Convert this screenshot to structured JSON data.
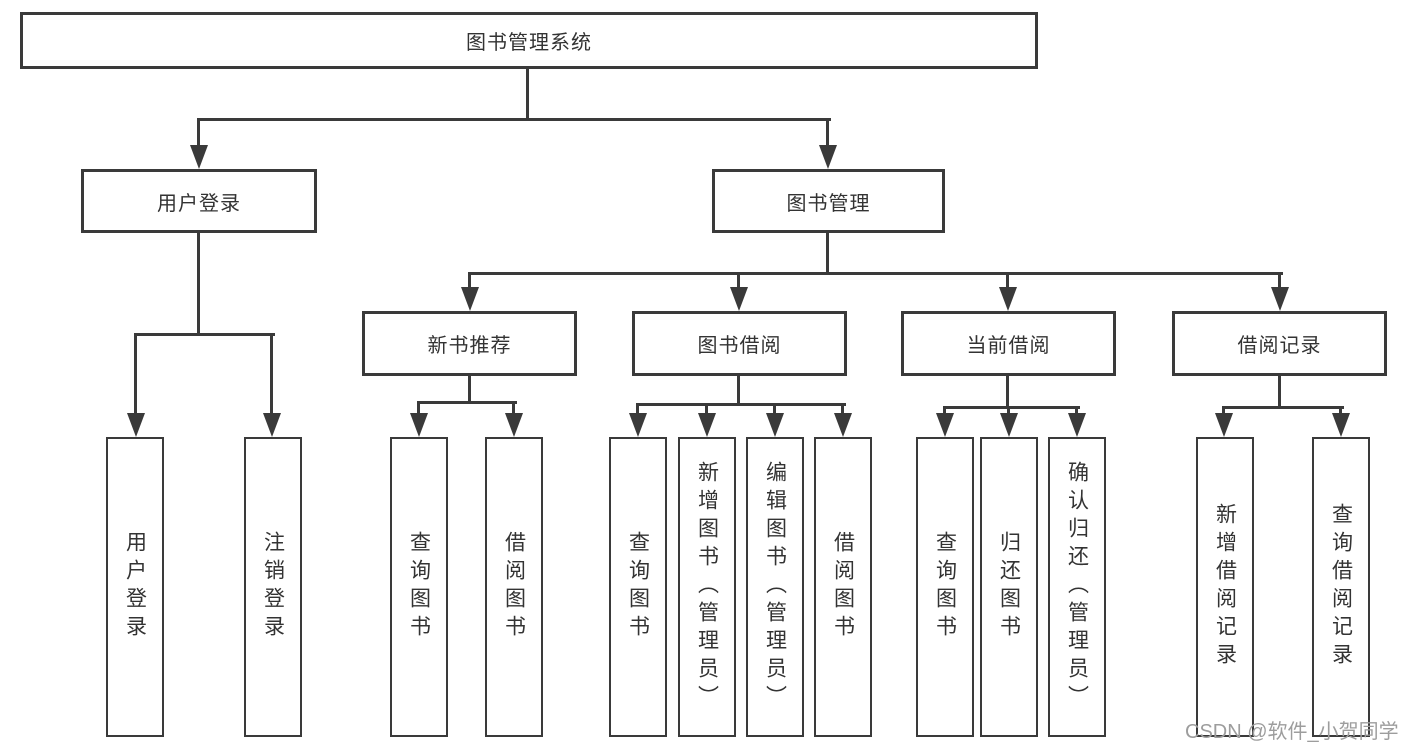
{
  "diagram": {
    "root": {
      "label": "图书管理系统"
    },
    "level2": {
      "user_login": {
        "label": "用户登录"
      },
      "book_mgmt": {
        "label": "图书管理"
      }
    },
    "level3": {
      "new_book": {
        "label": "新书推荐"
      },
      "book_borrow": {
        "label": "图书借阅"
      },
      "current_borrow": {
        "label": "当前借阅"
      },
      "borrow_records": {
        "label": "借阅记录"
      }
    },
    "leaves": {
      "user_login": {
        "label": "用户登录"
      },
      "logout": {
        "label": "注销登录"
      },
      "query_book_a": {
        "label": "查询图书"
      },
      "borrow_book_a": {
        "label": "借阅图书"
      },
      "query_book_b": {
        "label": "查询图书"
      },
      "add_book": {
        "label": "新增图书（管理员）"
      },
      "edit_book": {
        "label": "编辑图书（管理员）"
      },
      "borrow_book_b": {
        "label": "借阅图书"
      },
      "query_book_c": {
        "label": "查询图书"
      },
      "return_book": {
        "label": "归还图书"
      },
      "confirm_return": {
        "label": "确认归还（管理员）"
      },
      "add_record": {
        "label": "新增借阅记录"
      },
      "query_record": {
        "label": "查询借阅记录"
      }
    }
  },
  "watermark": {
    "text": "CSDN @软件_小贺同学"
  },
  "colors": {
    "line": "#3a3a3a",
    "text": "#333333",
    "watermark": "#9d9d9d",
    "background": "#ffffff"
  }
}
